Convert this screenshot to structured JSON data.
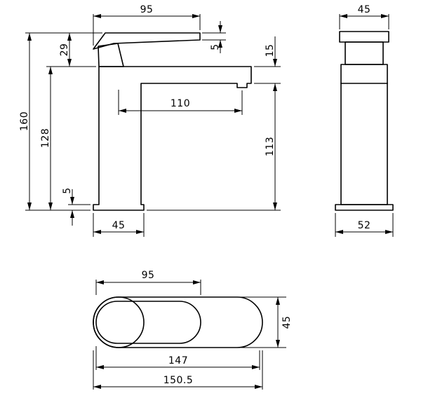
{
  "page": {
    "background_color": "#ffffff",
    "line_color": "#000000",
    "units": "mm"
  },
  "drawing": {
    "subject": "basin mixer tap technical dimension drawing",
    "front_view": {
      "handle_length": "95",
      "handle_height": "29",
      "handle_tip_thickness": "5",
      "spout_tip_thickness": "15",
      "overall_height": "160",
      "height_below_handle": "128",
      "spout_reach": "110",
      "height_under_spout": "113",
      "base_height": "5",
      "base_width": "45"
    },
    "side_view": {
      "top_depth": "45",
      "base_depth": "52"
    },
    "top_view": {
      "handle_length": "95",
      "body_width": "45",
      "length_to_spout_tip": "147",
      "overall_length": "150.5"
    }
  }
}
